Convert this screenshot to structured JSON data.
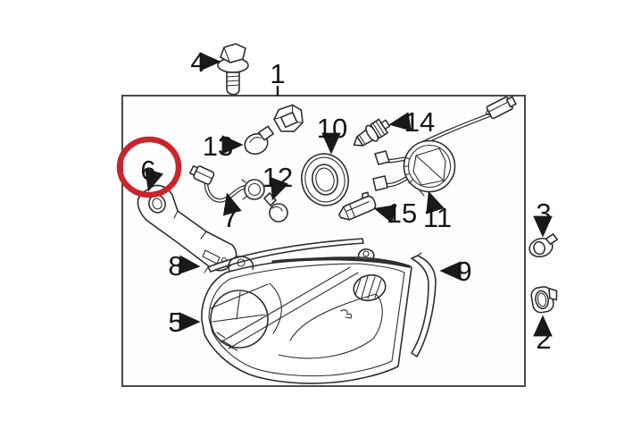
{
  "diagram": {
    "kind": "exploded-parts-diagram",
    "highlighted_part": "6",
    "highlight_color": "#c8252c",
    "line_color": "#2e2e2e",
    "background_color": "#ffffff",
    "parts": [
      {
        "label": "1",
        "icon": "assembly-frame"
      },
      {
        "label": "2",
        "icon": "grommet-clip"
      },
      {
        "label": "3",
        "icon": "grommet-clip"
      },
      {
        "label": "4",
        "icon": "hex-flange-bolt"
      },
      {
        "label": "5",
        "icon": "headlamp-unit"
      },
      {
        "label": "6",
        "icon": "mounting-bracket"
      },
      {
        "label": "7",
        "icon": "socket-wire-harness"
      },
      {
        "label": "8",
        "icon": "upper-molding-strip"
      },
      {
        "label": "9",
        "icon": "side-molding-strip"
      },
      {
        "label": "10",
        "icon": "sealing-ring"
      },
      {
        "label": "11",
        "icon": "lamp-housing-harness"
      },
      {
        "label": "12",
        "icon": "miniature-bulb"
      },
      {
        "label": "13",
        "icon": "wedge-bulb-socket"
      },
      {
        "label": "14",
        "icon": "halogen-bulb"
      },
      {
        "label": "15",
        "icon": "wedge-bulb"
      }
    ]
  }
}
